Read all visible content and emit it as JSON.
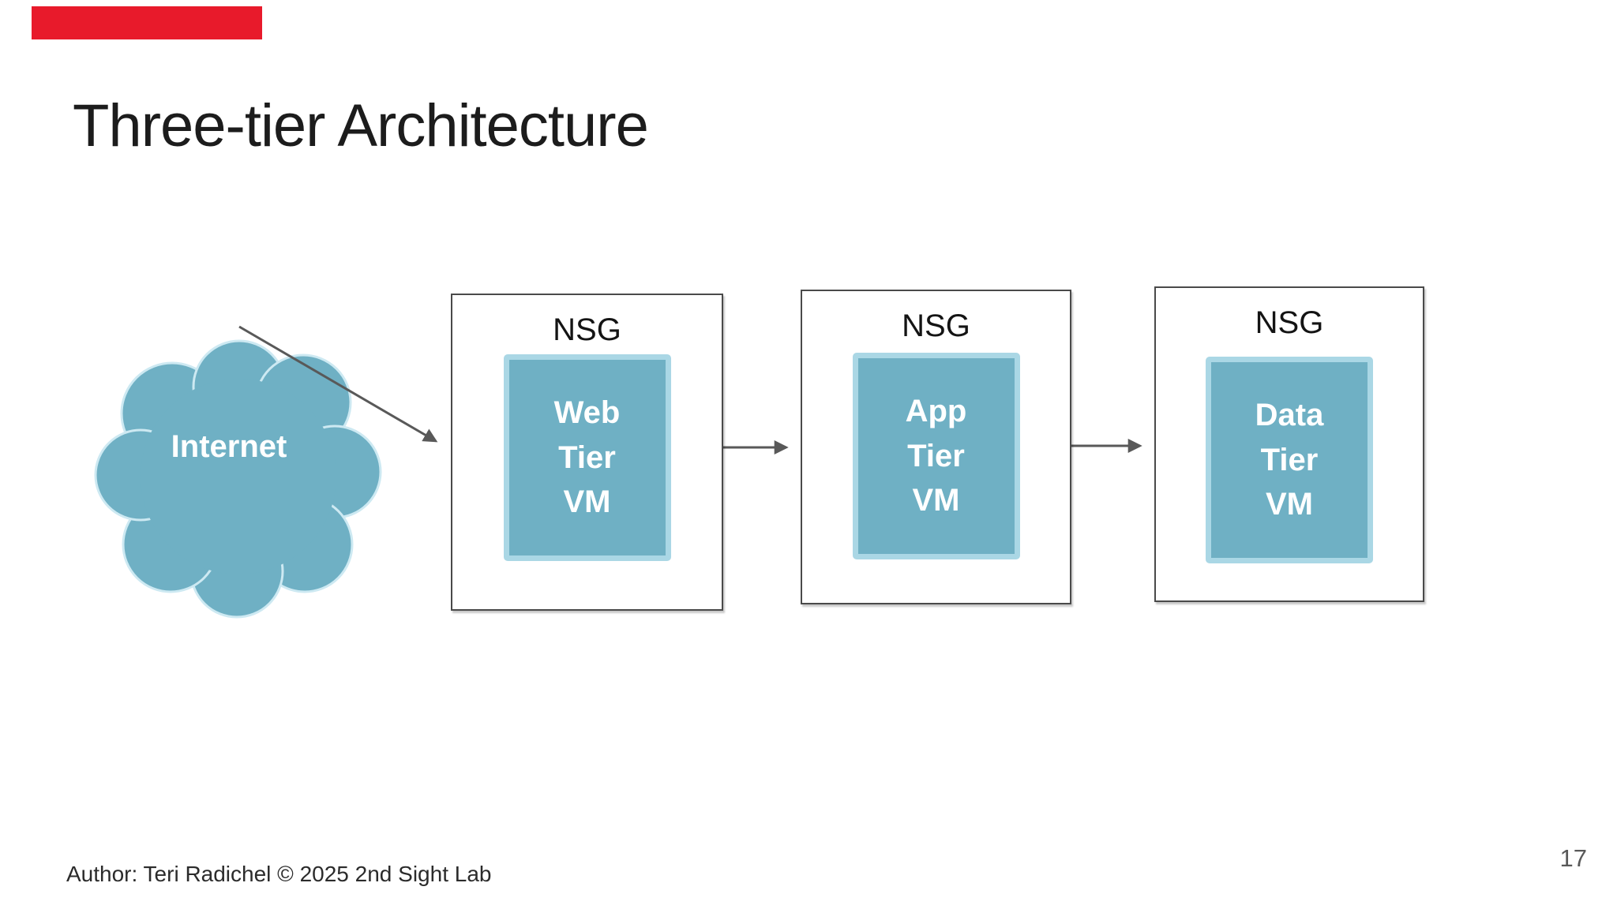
{
  "slide": {
    "title": "Three-tier Architecture",
    "footer": "Author: Teri Radichel © 2025 2nd Sight Lab",
    "page_number": "17"
  },
  "diagram": {
    "internet_label": "Internet",
    "flow": [
      "Internet",
      "Web Tier VM",
      "App Tier VM",
      "Data Tier VM"
    ],
    "tiers": [
      {
        "group_label": "NSG",
        "vm_lines": [
          "Web",
          "Tier",
          "VM"
        ]
      },
      {
        "group_label": "NSG",
        "vm_lines": [
          "App",
          "Tier",
          "VM"
        ]
      },
      {
        "group_label": "NSG",
        "vm_lines": [
          "Data",
          "Tier",
          "VM"
        ]
      }
    ]
  },
  "colors": {
    "teal_fill": "#6fb0c4",
    "vm_border_light": "#aad7e5",
    "cloud_accent": "#cde9f2",
    "box_border": "#4a4a4a",
    "arrow": "#595959",
    "progress_red": "#e81a2b",
    "title_color": "#1c1c1c",
    "footer_color": "#2b2b2b",
    "page_number_gray": "#595959"
  }
}
